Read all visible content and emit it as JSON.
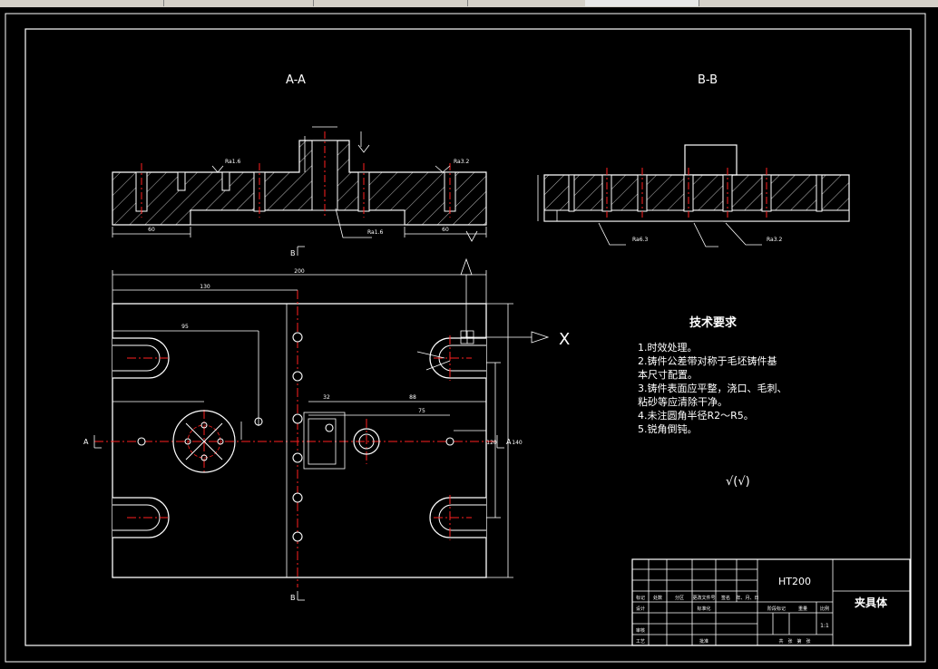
{
  "window": {
    "toolbar_segments": [
      "",
      "",
      "",
      "",
      "",
      ""
    ]
  },
  "colors": {
    "background": "#000000",
    "lines": "#ffffff",
    "centerline": "#ff2020",
    "hatch": "#c0c0c0",
    "dims": "#ffffff"
  },
  "drawing": {
    "section_aa_label": "A-A",
    "section_bb_label": "B-B",
    "view_marker_b_top": "B",
    "view_marker_b_bottom": "B",
    "view_marker_a_left": "A",
    "view_marker_a_right": "A",
    "arrow_label": "X",
    "dim_overall_width": "200",
    "dim_130": "130",
    "dim_95": "95",
    "dim_80": "88",
    "dim_75": "75",
    "dim_32": "32",
    "dim_60_left": "60",
    "dim_60_right": "60",
    "dim_120": "120",
    "dim_140": "140",
    "roughness_a": "Ra1.6",
    "roughness_b": "Ra3.2",
    "roughness_c": "Ra6.3"
  },
  "tech_requirements": {
    "title": "技术要求",
    "lines": [
      "1.时效处理。",
      "2.铸件公差带对称于毛坯铸件基",
      "本尺寸配置。",
      "3.铸件表面应平整，浇口、毛刺、",
      "粘砂等应清除干净。",
      "4.未注圆角半径R2～R5。",
      "5.锐角倒钝。"
    ],
    "roughness_note": "√(√)"
  },
  "title_block": {
    "material": "HT200",
    "part_name": "夹具体",
    "scale": "1:1",
    "row_labels": [
      "标记",
      "处数",
      "分区",
      "更改文件号",
      "签名",
      "年、月、日"
    ],
    "design": "设计",
    "standardize": "标准化",
    "review": "审核",
    "process": "工艺",
    "approve": "批准",
    "stage_mark": "阶段标记",
    "weight": "重量",
    "scale_label": "比例",
    "sheets": "共　张　第　张"
  }
}
